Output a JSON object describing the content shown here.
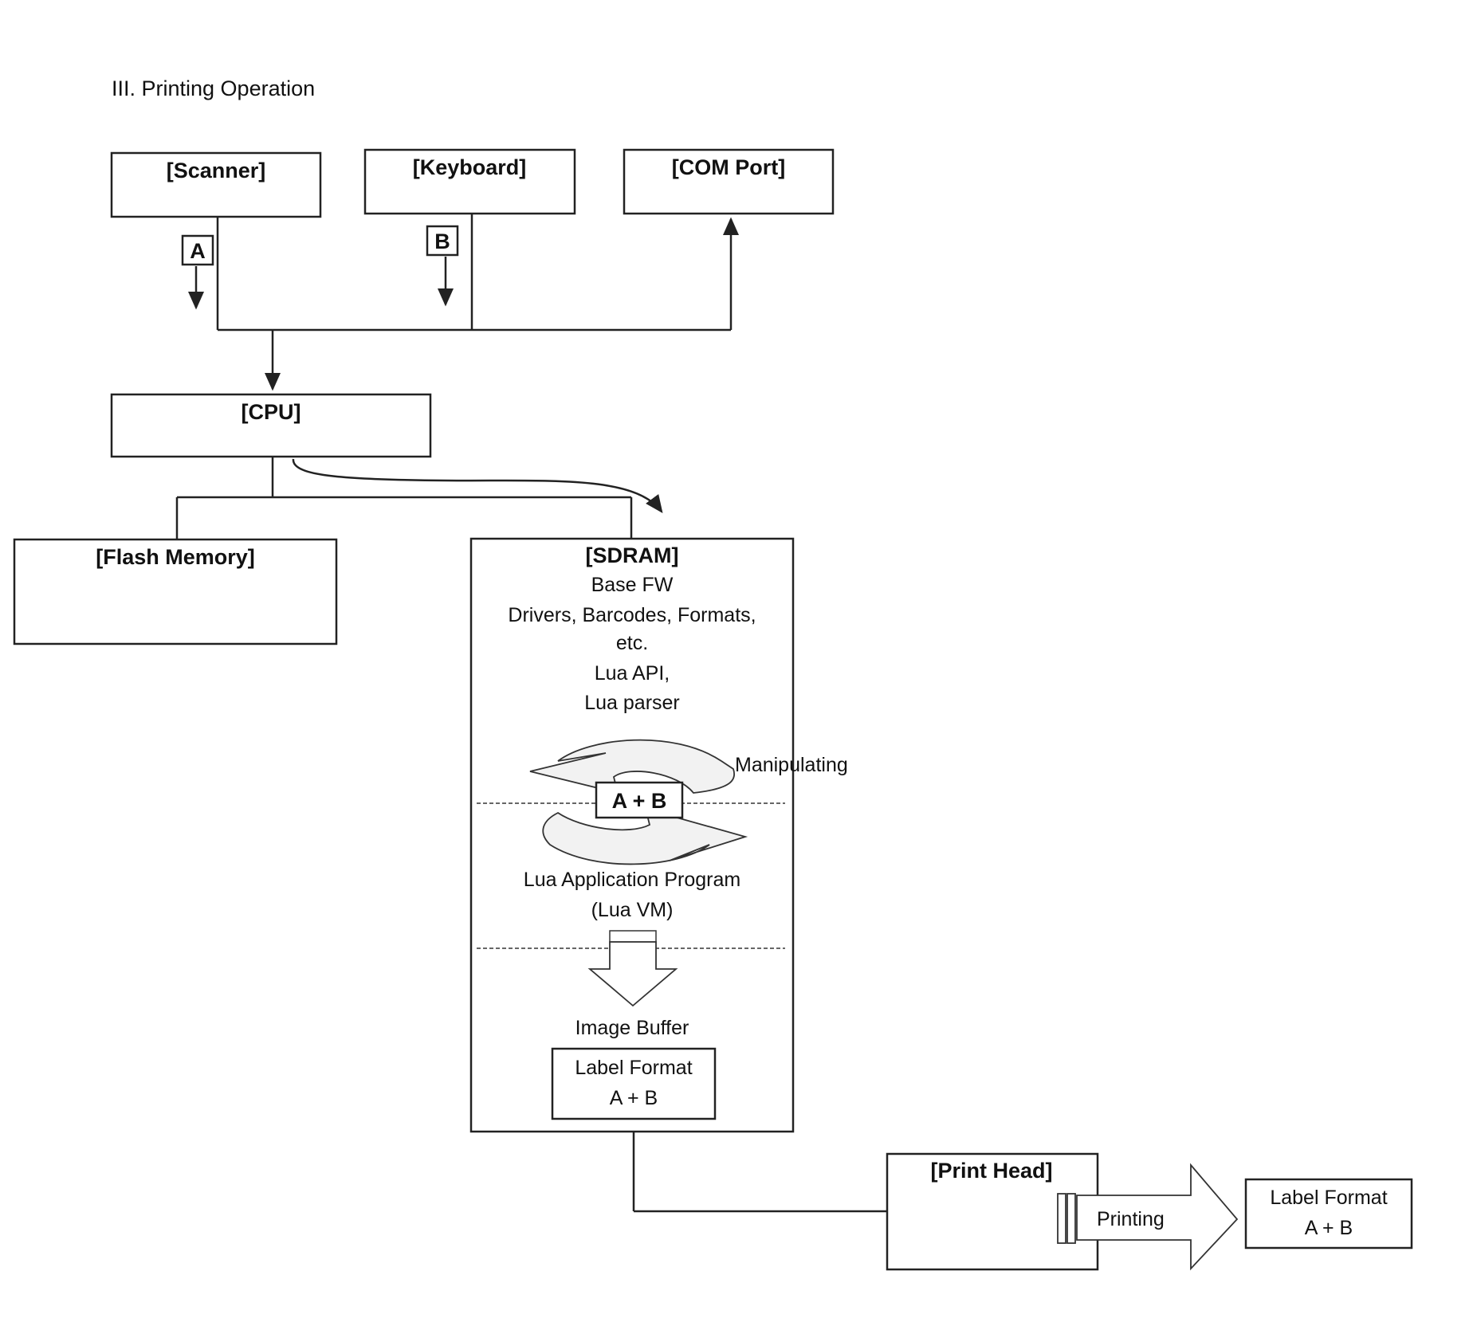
{
  "title": "III. Printing Operation",
  "boxes": {
    "scanner": "[Scanner]",
    "keyboard": "[Keyboard]",
    "com_port": "[COM Port]",
    "cpu": "[CPU]",
    "flash_memory": "[Flash Memory]",
    "sdram": "[SDRAM]",
    "print_head": "[Print Head]"
  },
  "signals": {
    "a": "A",
    "b": "B"
  },
  "sdram_contents": {
    "lines": [
      "Base FW",
      "Drivers, Barcodes, Formats,",
      "etc.",
      "Lua API,",
      "Lua parser"
    ],
    "cycle_label": "Manipulating",
    "data_label": "A + B",
    "program_lines": [
      "Lua Application Program",
      "(Lua VM)"
    ],
    "image_buffer": "Image Buffer",
    "buffer_lines": [
      "Label Format",
      "A + B"
    ]
  },
  "printing_label": "Printing",
  "output_lines": [
    "Label Format",
    "A + B"
  ]
}
